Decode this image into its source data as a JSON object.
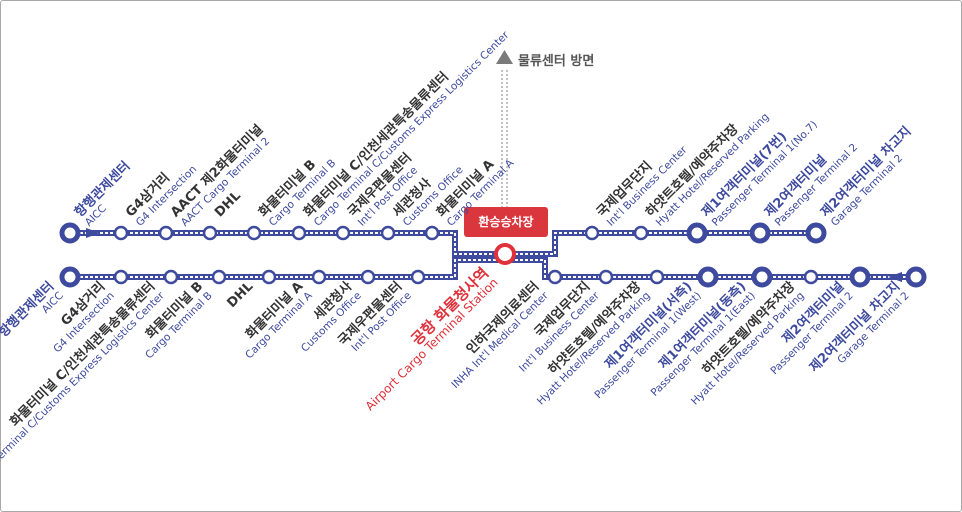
{
  "direction": {
    "label": "물류센터 방면"
  },
  "transfer": {
    "label": "환승승차장"
  },
  "top_route": [
    {
      "ko": "항행관제센터",
      "en": "AICC",
      "major": true,
      "koColor": "blue"
    },
    {
      "ko": "G4삼거리",
      "en": "G4 Intersection"
    },
    {
      "ko": "AACT 제2화물터미널",
      "en": "AACT Cargo Terminal 2"
    },
    {
      "ko": "DHL",
      "en": ""
    },
    {
      "ko": "화물터미널 B",
      "en": "Cargo Terminal B"
    },
    {
      "ko": "화물터미널 C/인천세관특송물류센터",
      "en": "Cargo Terminal C/Customs Express Logistics Center"
    },
    {
      "ko": "국제우편물센터",
      "en": "Int'l Post Office"
    },
    {
      "ko": "세관청사",
      "en": "Customs Office"
    },
    {
      "ko": "화물터미널 A",
      "en": "Cargo Terminal A"
    },
    {
      "ko": "국제업무단지",
      "en": "Int'l Business Center"
    },
    {
      "ko": "하얏트호텔/예약주차장",
      "en": "Hyatt Hotel/Reserved Parking"
    },
    {
      "ko": "제1여객터미널(7번)",
      "en": "Passenger Terminal 1(No.7)",
      "major": true,
      "koColor": "blue"
    },
    {
      "ko": "제2여객터미널",
      "en": "Passenger Terminal 2",
      "major": true,
      "koColor": "blue"
    },
    {
      "ko": "제2여객터미널 차고지",
      "en": "Garage Terminal 2",
      "major": true,
      "koColor": "blue"
    }
  ],
  "bottom_route": [
    {
      "ko": "항행관제센터",
      "en": "AICC",
      "major": true,
      "koColor": "blue"
    },
    {
      "ko": "G4삼거리",
      "en": "G4 Intersection"
    },
    {
      "ko": "화물터미널 C/인천세관특송물류센터",
      "en": "CargoTerminal C/Customs Express Logistics Center"
    },
    {
      "ko": "화물터미널 B",
      "en": "Cargo Terminal B"
    },
    {
      "ko": "DHL",
      "en": ""
    },
    {
      "ko": "화물터미널 A",
      "en": "Cargo Terminal A"
    },
    {
      "ko": "세관청사",
      "en": "Customs Office"
    },
    {
      "ko": "국제우편물센터",
      "en": "Int'l Post Office"
    },
    {
      "ko": "공항 화물청사역",
      "en": "Airport Cargo Terminal Station",
      "koColor": "red"
    },
    {
      "ko": "인하국제의료센터",
      "en": "INHA Int'l Medical Center"
    },
    {
      "ko": "국제업무단지",
      "en": "Int'l Business Center"
    },
    {
      "ko": "하얏트호텔/예약주차장",
      "en": "Hyatt Hotel/Reserved Parking"
    },
    {
      "ko": "제1여객터미널(서측)",
      "en": "Passenger Terminal 1(West)",
      "major": true,
      "koColor": "blue"
    },
    {
      "ko": "제1여객터미널(동측)",
      "en": "Passenger Terminal 1(East)",
      "major": true,
      "koColor": "blue"
    },
    {
      "ko": "하얏트호텔/예약주차장",
      "en": "Hyatt Hotel/Reserved Parking"
    },
    {
      "ko": "제2여객터미널",
      "en": "Passenger Terminal 2",
      "major": true,
      "koColor": "blue"
    },
    {
      "ko": "제2여객터미널 차고지",
      "en": "Garage Terminal 2",
      "major": true,
      "koColor": "blue"
    }
  ],
  "colors": {
    "line": "#3d4a9e",
    "accent": "#e0303a",
    "transfer_box": "#d9363e",
    "direction_arrow": "#8a8a8a"
  },
  "icons": {
    "route_arrow": "arrow-right-icon",
    "return_arrow": "arrow-left-icon",
    "direction": "arrow-up-icon"
  }
}
